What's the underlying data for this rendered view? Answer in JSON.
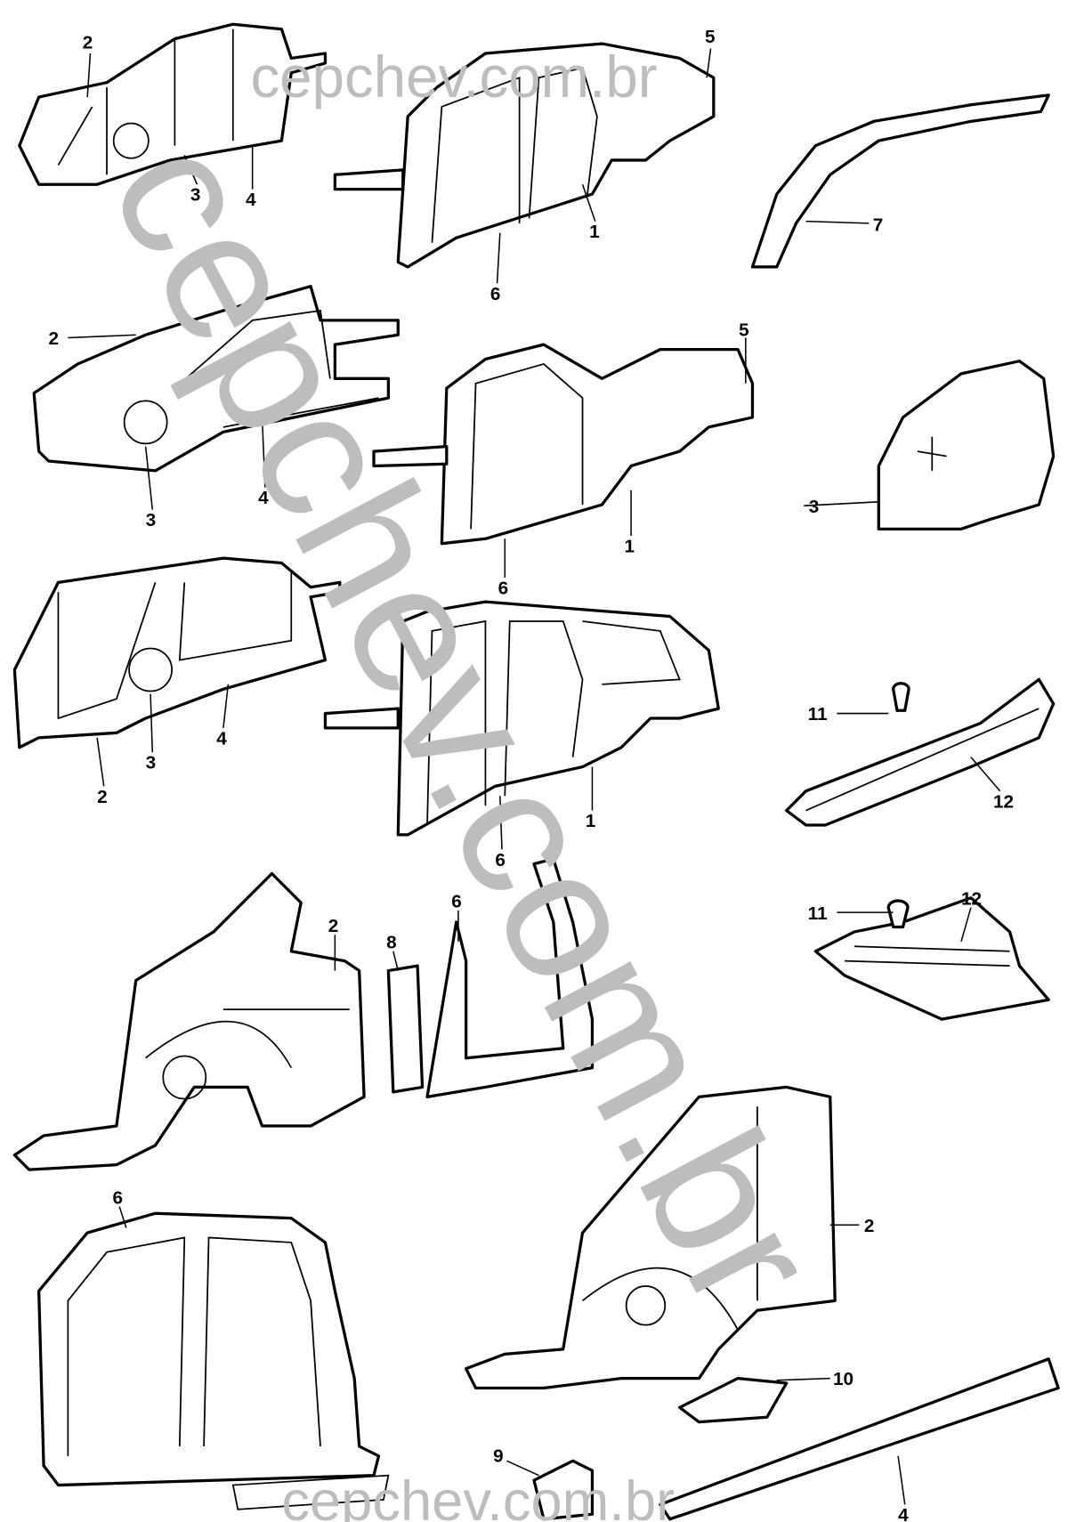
{
  "watermark": {
    "top": "cepchev.com.br",
    "diagonal": "cepchev.com.br",
    "bottom": "cepchev.com.br",
    "color": "#bdbdbd"
  },
  "callouts": {
    "sedan_inner": [
      "2",
      "3",
      "4"
    ],
    "sedan_outer": [
      "5",
      "1",
      "6"
    ],
    "roof_rail": [
      "7"
    ],
    "coupe_inner": [
      "2",
      "3",
      "4"
    ],
    "coupe_outer": [
      "5",
      "1",
      "6"
    ],
    "wheelhouse": [
      "3"
    ],
    "wagon_inner": [
      "2",
      "3",
      "4"
    ],
    "wagon_outer": [
      "1",
      "6"
    ],
    "sill_plate_a": [
      "11",
      "12"
    ],
    "quarter_inner": [
      "2"
    ],
    "filler": [
      "8"
    ],
    "door_frame": [
      "6"
    ],
    "sill_plate_b": [
      "11",
      "12"
    ],
    "four_door_frame": [
      "6"
    ],
    "quarter_inner_b": [
      "2",
      "10",
      "9",
      "4"
    ]
  }
}
